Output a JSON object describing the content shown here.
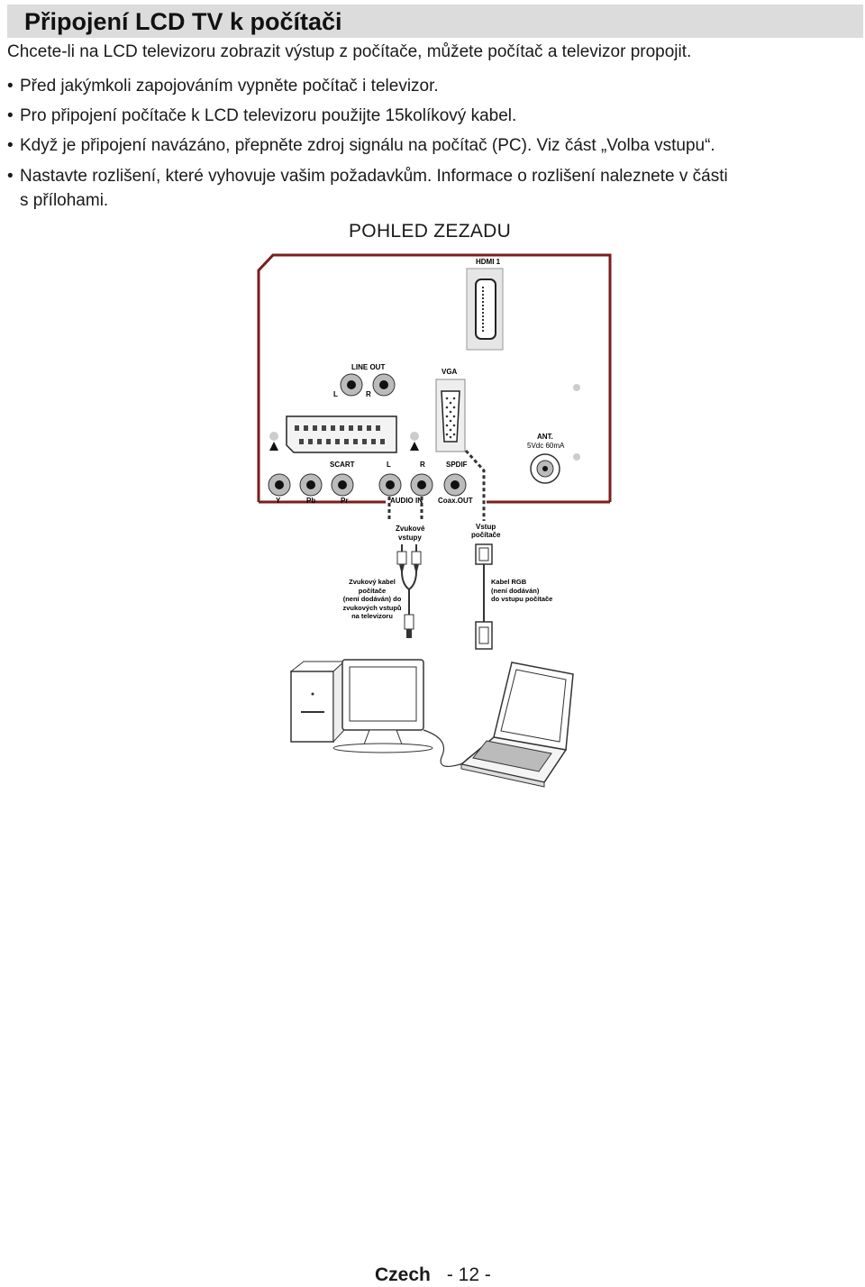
{
  "page": {
    "title": "Připojení LCD TV k počítači",
    "intro": "Chcete-li na LCD televizoru zobrazit výstup z počítače, můžete počítač a televizor propojit.",
    "bullets": [
      "Před jakýmkoli zapojováním vypněte počítač i televizor.",
      "Pro připojení počítače k LCD televizoru použijte 15kolíkový kabel.",
      "Když je připojení navázáno, přepněte zdroj signálu na počítač (PC). Viz část „Volba vstupu“.",
      "Nastavte rozlišení, které vyhovuje vašim požadavkům. Informace o rozlišení naleznete v části"
    ],
    "bullet_continuation": "s přílohami.",
    "bullet_marker": "•"
  },
  "diagram": {
    "view_title": "POHLED ZEZADU",
    "panel": {
      "hdmi": "HDMI 1",
      "line_out": "LINE OUT",
      "line_l": "L",
      "line_r": "R",
      "vga": "VGA",
      "ant": "ANT.",
      "ant_power": "5Vdc 60mA",
      "scart": "SCART",
      "audio_l": "L",
      "audio_r": "R",
      "spdif": "SPDIF",
      "y": "Y",
      "pb": "Pb",
      "pr": "Pr",
      "audio_in": "AUDIO IN",
      "coax_out": "Coax.OUT"
    },
    "callouts": {
      "audio_inputs_1": "Zvukové",
      "audio_inputs_2": "vstupy",
      "pc_input_1": "Vstup",
      "pc_input_2": "počítače",
      "audio_cable": [
        "Zvukový kabel",
        "počítače",
        "(není dodáván) do",
        "zvukových vstupů",
        "na televizoru"
      ],
      "rgb_cable": [
        "Kabel RGB",
        "(není dodáván)",
        "do vstupu počítače"
      ]
    }
  },
  "footer": {
    "language": "Czech",
    "page_number": "- 12 -"
  }
}
